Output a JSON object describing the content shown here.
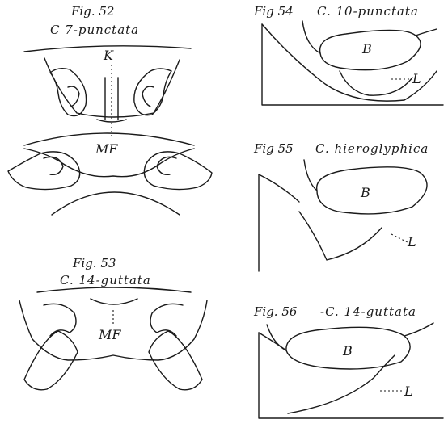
{
  "figures": [
    {
      "number": "Fig. 52",
      "species": "C 7-punctata",
      "labels": [
        "K",
        "MF"
      ]
    },
    {
      "number": "Fig. 53",
      "species": "C. 14-guttata",
      "labels": [
        "MF"
      ]
    },
    {
      "number": "Fig 54",
      "species": "C. 10-punctata",
      "labels": [
        "B",
        "L"
      ]
    },
    {
      "number": "Fig 55",
      "species": "C. hieroglyphica",
      "labels": [
        "B",
        "L"
      ]
    },
    {
      "number": "Fig. 56",
      "species": "-C. 14-guttata",
      "labels": [
        "B",
        "L"
      ]
    }
  ],
  "style": {
    "ink": "#1a1a1a",
    "paper": "#ffffff"
  }
}
